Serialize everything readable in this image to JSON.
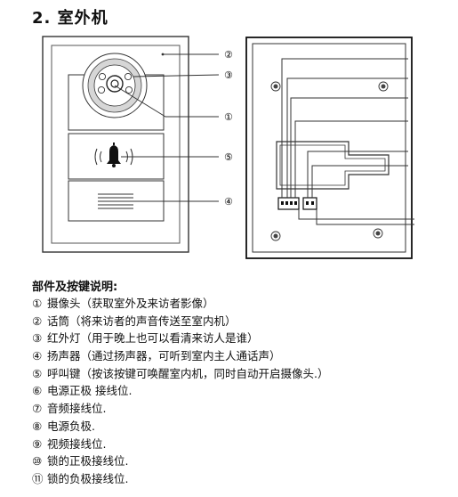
{
  "heading": "2. 室外机",
  "diagram": {
    "callouts": [
      "②",
      "③",
      "①",
      "⑤",
      "④"
    ]
  },
  "description": {
    "title": "部件及按键说明:",
    "items": [
      {
        "num": "①",
        "text": "摄像头（获取室外及来访者影像）"
      },
      {
        "num": "②",
        "text": "话筒（将来访者的声音传送至室内机）"
      },
      {
        "num": "③",
        "text": "红外灯（用于晚上也可以看清来访人是谁）"
      },
      {
        "num": "④",
        "text": "扬声器（通过扬声器，可听到室内主人通话声）"
      },
      {
        "num": "⑤",
        "text": "呼叫键（按该按键可唤醒室内机，同时自动开启摄像头.）"
      },
      {
        "num": "⑥",
        "text": "电源正极 接线位."
      },
      {
        "num": "⑦",
        "text": "音频接线位."
      },
      {
        "num": "⑧",
        "text": "电源负极."
      },
      {
        "num": "⑨",
        "text": "视频接线位."
      },
      {
        "num": "⑩",
        "text": "锁的正极接线位."
      },
      {
        "num": "⑪",
        "text": "锁的负极接线位."
      }
    ]
  }
}
